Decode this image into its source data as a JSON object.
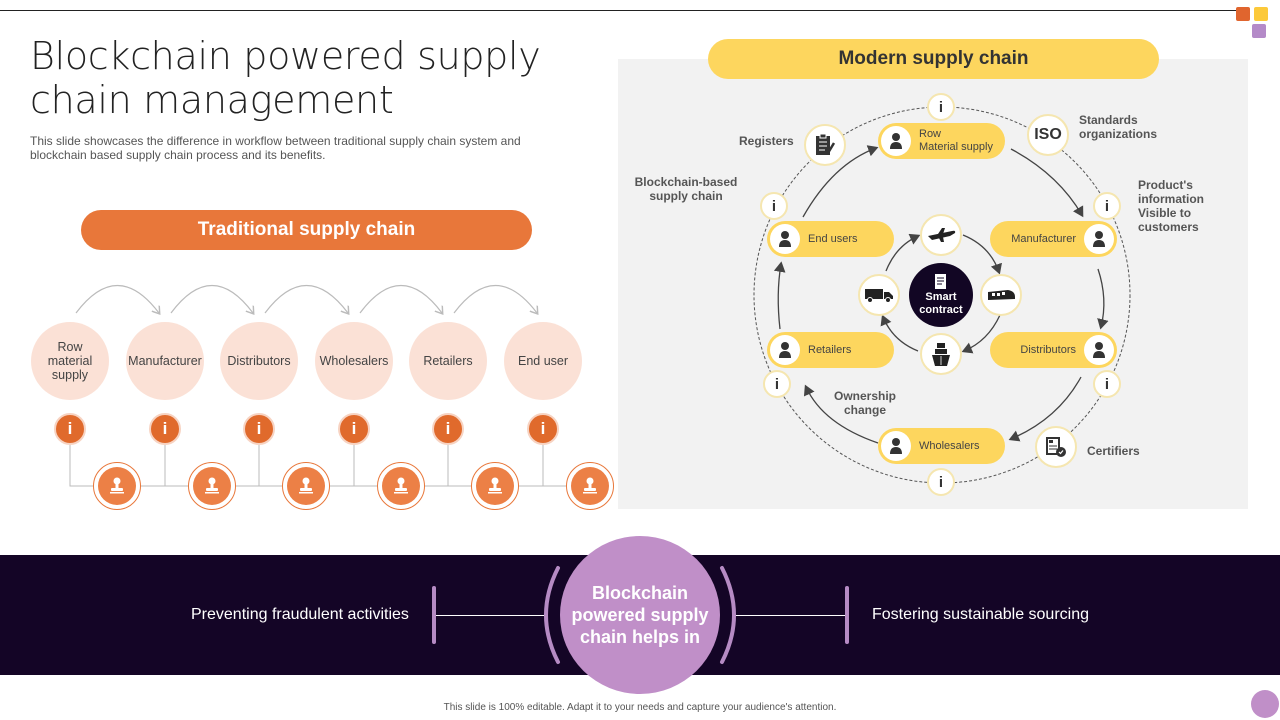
{
  "slide": {
    "title": "Blockchain powered supply chain management",
    "subtitle": "This slide showcases the difference in workflow between traditional supply chain system and blockchain based supply chain process and its benefits.",
    "footer": "This slide is 100% editable. Adapt it to your needs and capture your audience's attention.",
    "colors": {
      "orange": "#e8773a",
      "peach": "#fbe1d6",
      "yellow": "#fdd65e",
      "dark_purple": "#140526",
      "lilac": "#c08fc8",
      "panel_gray": "#f2f2f2"
    }
  },
  "traditional": {
    "header": "Traditional supply chain",
    "nodes": [
      {
        "label": "Row material supply",
        "info_icon": "info-icon",
        "stamp_icon": "stamp-icon"
      },
      {
        "label": "Manufacturer",
        "info_icon": "info-icon",
        "stamp_icon": "stamp-icon"
      },
      {
        "label": "Distributors",
        "info_icon": "info-icon",
        "stamp_icon": "stamp-icon"
      },
      {
        "label": "Wholesalers",
        "info_icon": "info-icon",
        "stamp_icon": "stamp-icon"
      },
      {
        "label": "Retailers",
        "info_icon": "info-icon",
        "stamp_icon": "stamp-icon"
      },
      {
        "label": "End user",
        "info_icon": "info-icon",
        "stamp_icon": "stamp-icon"
      }
    ],
    "info_glyph": "i"
  },
  "modern": {
    "header": "Modern supply chain",
    "center": {
      "label_line1": "Smart",
      "label_line2": "contract",
      "icon": "contract-document-icon"
    },
    "transport_icons": [
      "airplane-icon",
      "train-icon",
      "ship-icon",
      "truck-icon"
    ],
    "pills": {
      "row_material": {
        "line1": "Row",
        "line2": "Material supply"
      },
      "manufacturer": "Manufacturer",
      "distributors": "Distributors",
      "wholesalers": "Wholesalers",
      "retailers": "Retailers",
      "end_users": "End users"
    },
    "annotations": {
      "registers": "Registers",
      "standards": "Standards organizations",
      "product_info": "Product's information Visible to customers",
      "blockchain_based": "Blockchain-based supply chain",
      "ownership": "Ownership change",
      "certifiers": "Certifiers"
    },
    "iso_label": "ISO",
    "info_glyph": "i"
  },
  "benefits": {
    "center": "Blockchain powered supply chain helps in",
    "left": "Preventing fraudulent activities",
    "right": "Fostering sustainable sourcing"
  }
}
